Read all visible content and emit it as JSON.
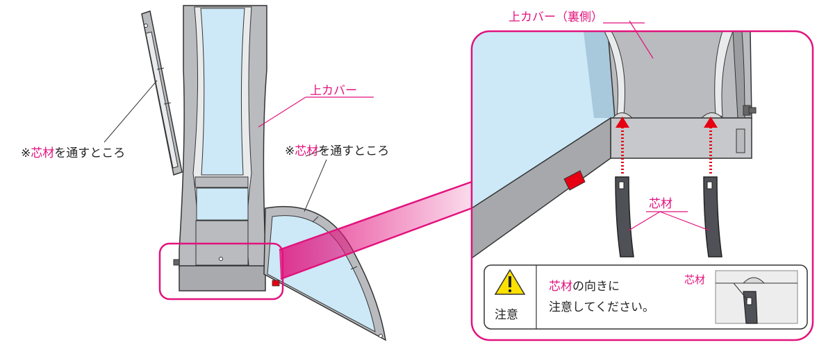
{
  "labels": {
    "upper_cover": "上カバー",
    "upper_cover_back": "上カバー（裏側）",
    "thread_left_mark": "※",
    "thread_left_pink": "芯材",
    "thread_left_rest": "を通すところ",
    "thread_right_mark": "※",
    "thread_right_pink": "芯材",
    "thread_right_rest": "を通すところ",
    "core_material": "芯材"
  },
  "caution": {
    "title": "注意",
    "line1_pink": "芯材",
    "line1_rest": "の向きに",
    "line2": "注意してください。",
    "inset_label": "芯材"
  },
  "colors": {
    "accent_pink": "#e2127d",
    "panel_gray": "#b9bbbf",
    "glass_blue": "#cde9f7",
    "marker_red": "#e60012"
  }
}
